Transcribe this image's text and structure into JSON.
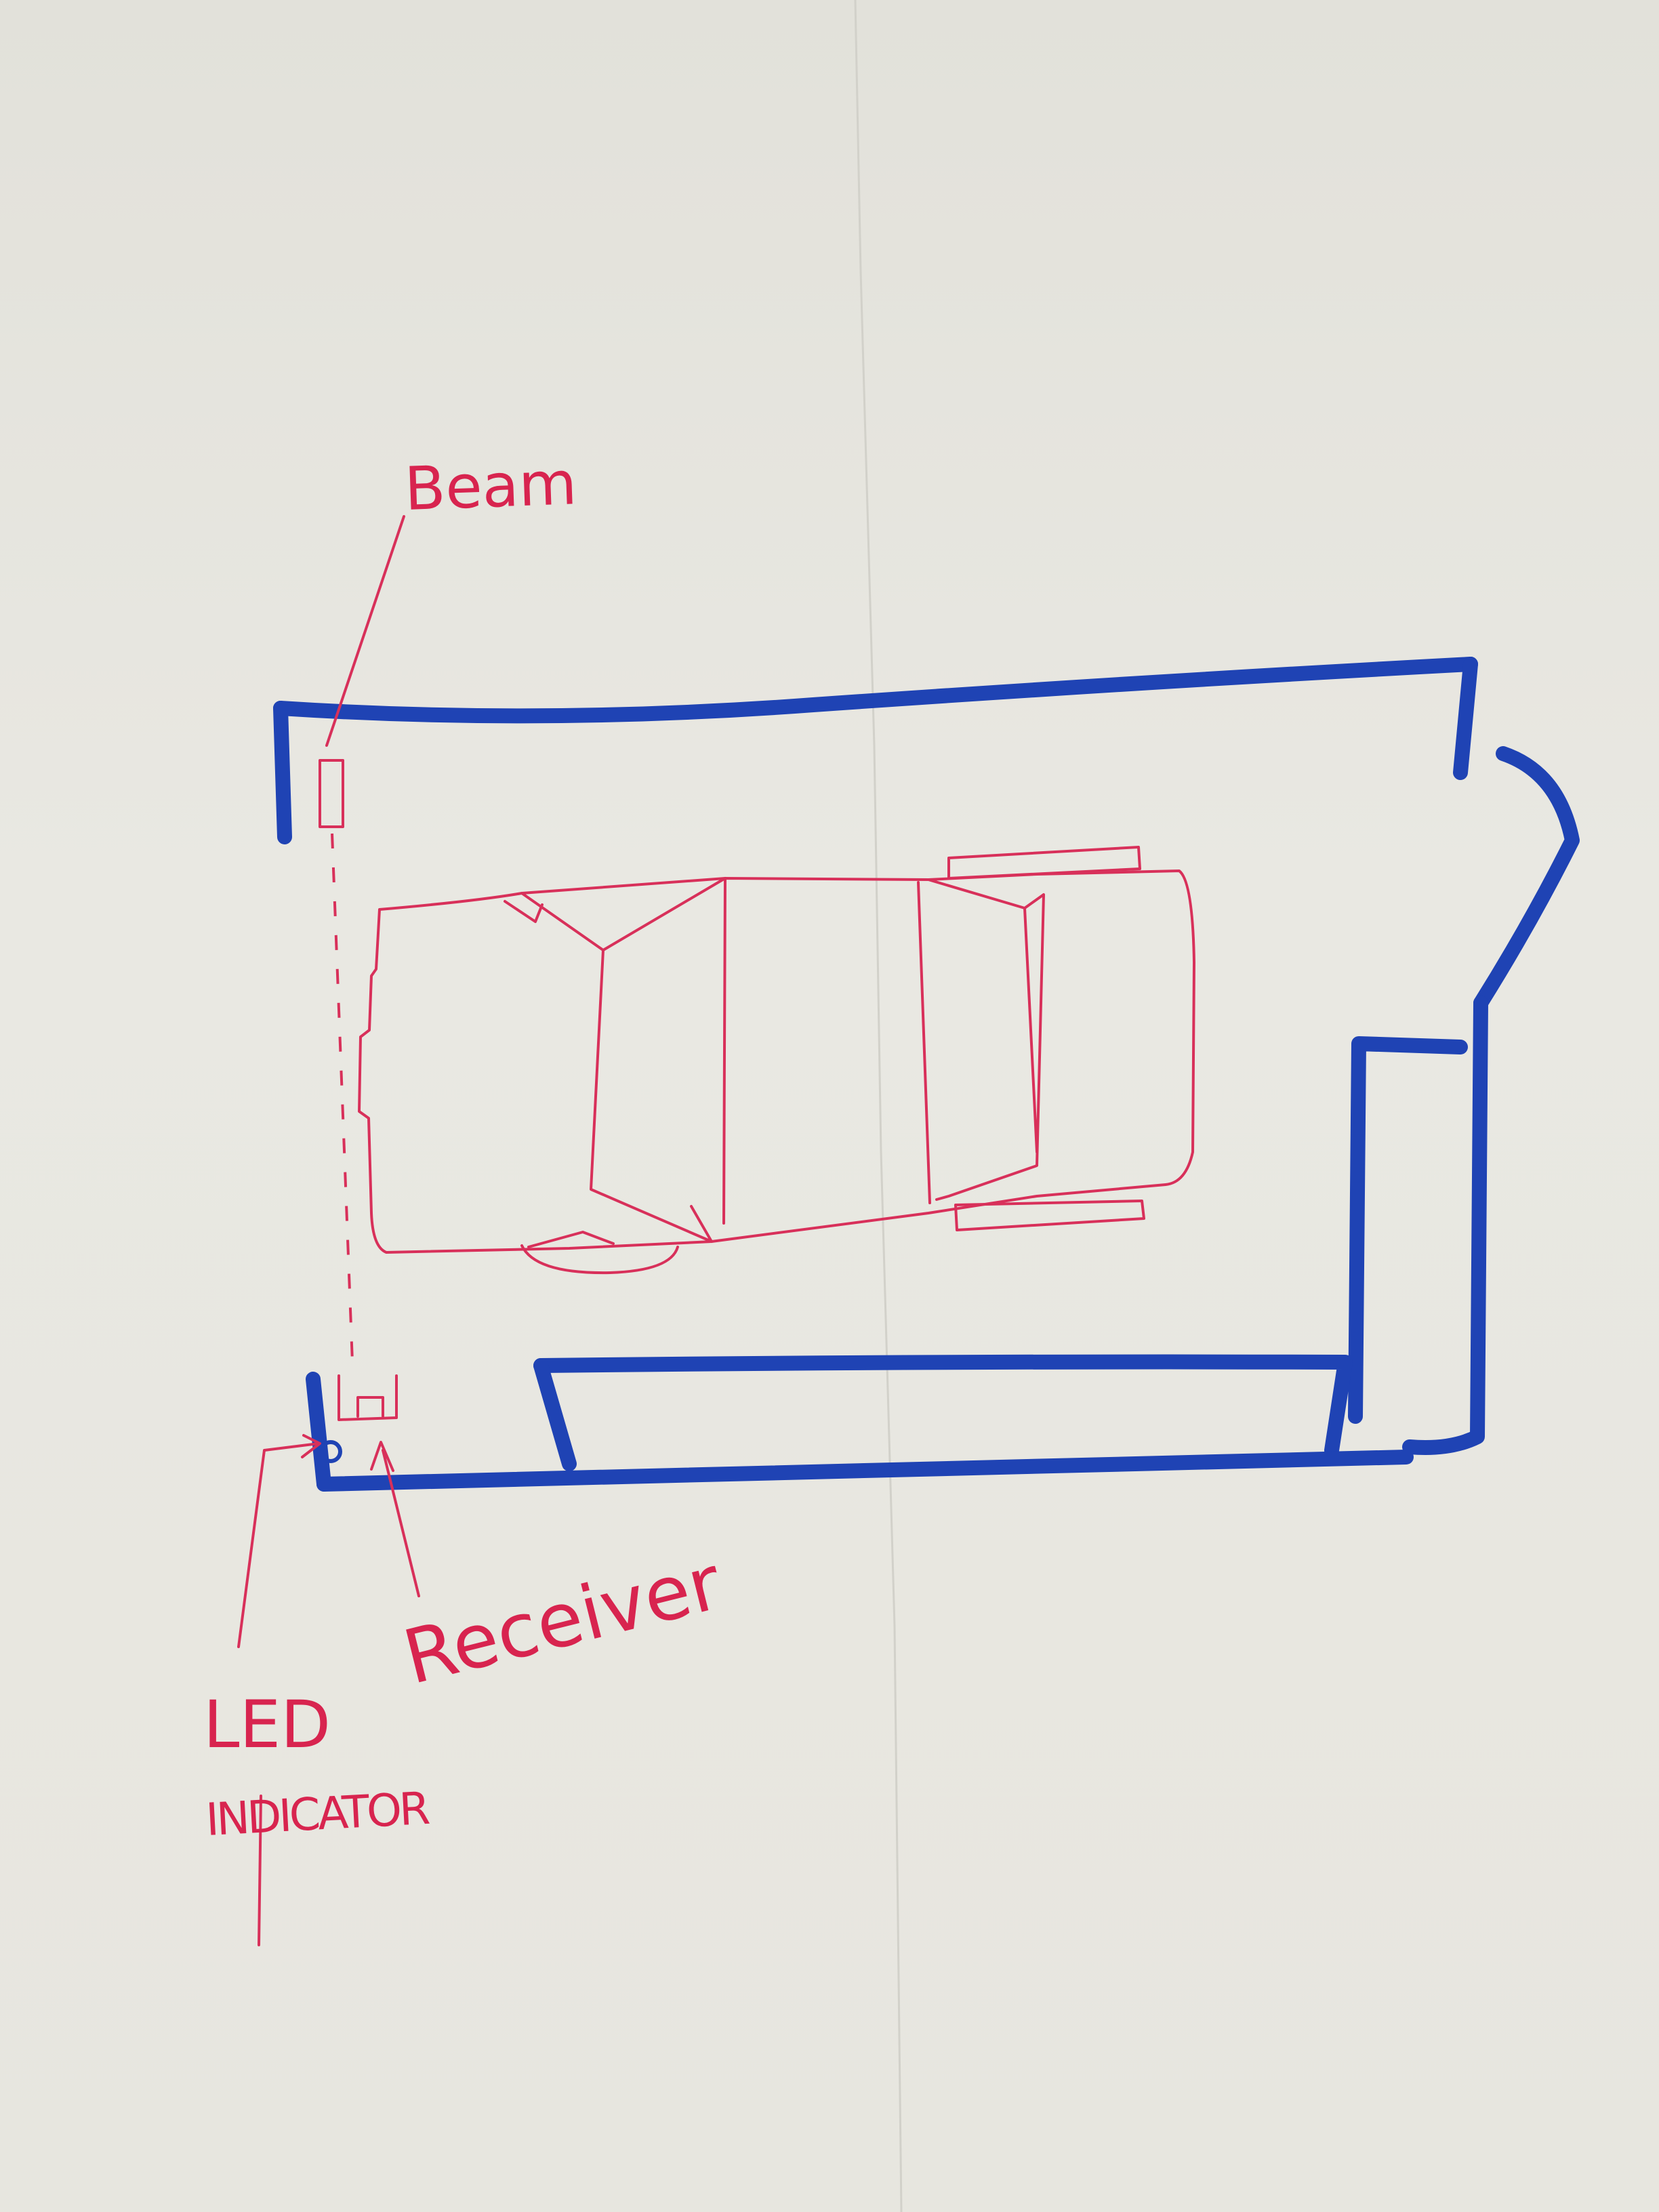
{
  "labels": {
    "beam": "Beam",
    "receiver": "Receiver",
    "led_line1": "LED",
    "led_line2": "INDICATOR"
  },
  "colors": {
    "paper": "#e6e5de",
    "wall_ink": "#1f43b4",
    "red_ink": "#d8244f"
  }
}
